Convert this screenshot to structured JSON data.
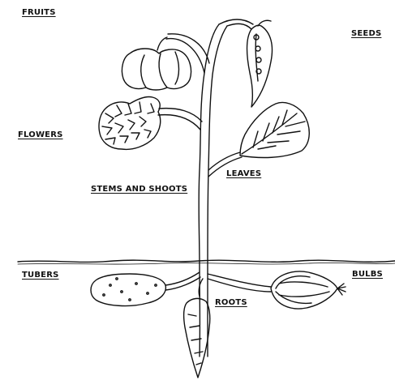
{
  "labels": {
    "fruits": "FRUITS",
    "seeds": "SEEDS",
    "flowers": "FLOWERS",
    "leaves": "LEAVES",
    "stems_and_shoots": "STEMS AND SHOOTS",
    "tubers": "TUBERS",
    "bulbs": "BULBS",
    "roots": "ROOTS"
  },
  "colors": {
    "ink": "#111111",
    "background": "#ffffff"
  }
}
